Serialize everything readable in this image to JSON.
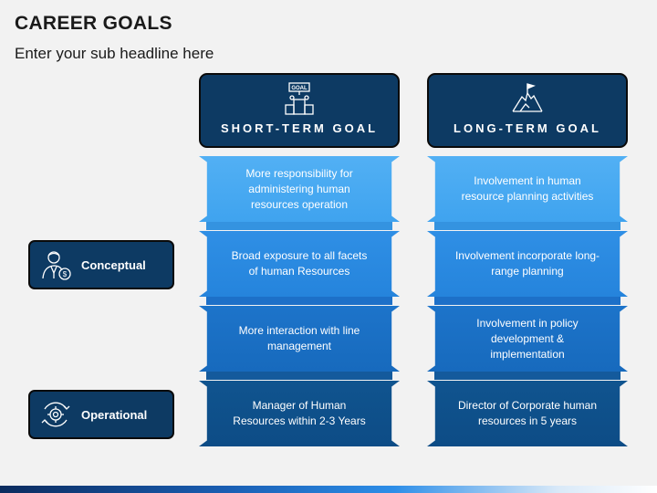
{
  "title": "CAREER GOALS",
  "subtitle": "Enter your sub headline here",
  "columns": [
    {
      "header": "SHORT-TERM GOAL",
      "icon": "goal-podium-icon",
      "items": [
        "More responsibility  for administering human resources operation",
        "Broad exposure to all facets of human Resources",
        "More interaction with line management",
        "Manager of Human Resources within 2-3 Years"
      ]
    },
    {
      "header": "LONG-TERM GOAL",
      "icon": "mountain-flag-icon",
      "items": [
        "Involvement in human resource planning activities",
        "Involvement incorporate long-range planning",
        "Involvement in policy development & implementation",
        "Director of Corporate human resources in 5 years"
      ]
    }
  ],
  "rows": [
    {
      "label": "Conceptual",
      "icon": "businessman-icon"
    },
    {
      "label": "Operational",
      "icon": "gear-cycle-icon"
    }
  ],
  "icon_texts": {
    "goal_sign": "GOAL"
  },
  "colors": {
    "navy": "#0d3a63",
    "tier1": "#4aabf2",
    "tier2": "#2a8ae0",
    "tier3": "#1a6fc4",
    "tier4": "#0e508a"
  }
}
